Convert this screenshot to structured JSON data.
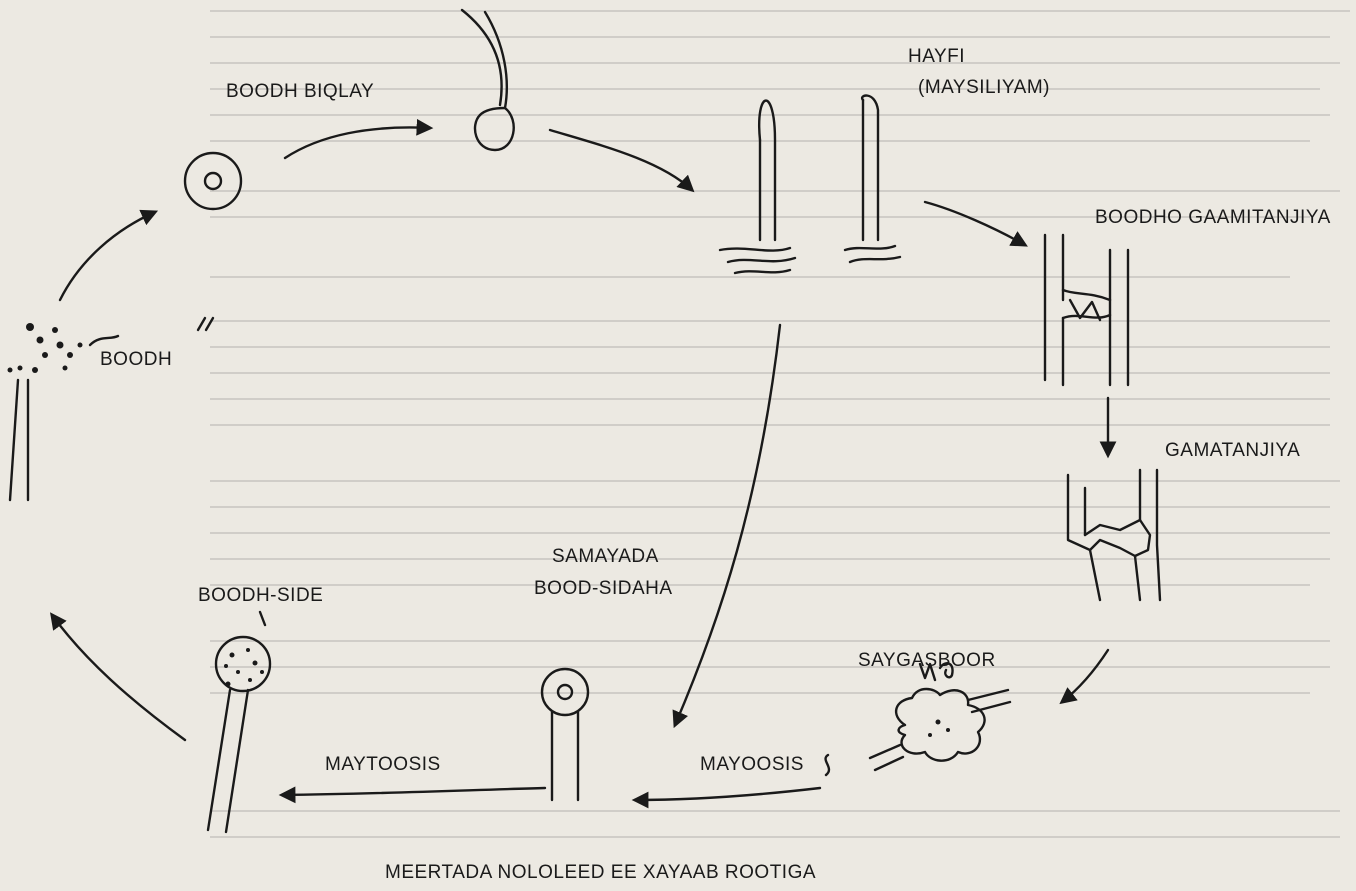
{
  "labels": {
    "boodh_biqlay": "BOODH BIQLAY",
    "hayfi": "HAYFI",
    "maysiliyam": "(MAYSILIYAM)",
    "boodho_gaamitanjiya": "BOODHO GAAMITANJIYA",
    "gamatanjiya": "GAMATANJIYA",
    "boodh": "BOODH",
    "samayada": "SAMAYADA",
    "bood_sidaha": "BOOD-SIDAHA",
    "boodh_side": "BOODH-SIDE",
    "saygasboor": "SAYGASBOOR",
    "maytoosis": "MAYTOOSIS",
    "mayoosis": "MAYOOSIS",
    "caption": "MEERTADA NOLOLEED EE XAYAAB ROOTIGA"
  }
}
